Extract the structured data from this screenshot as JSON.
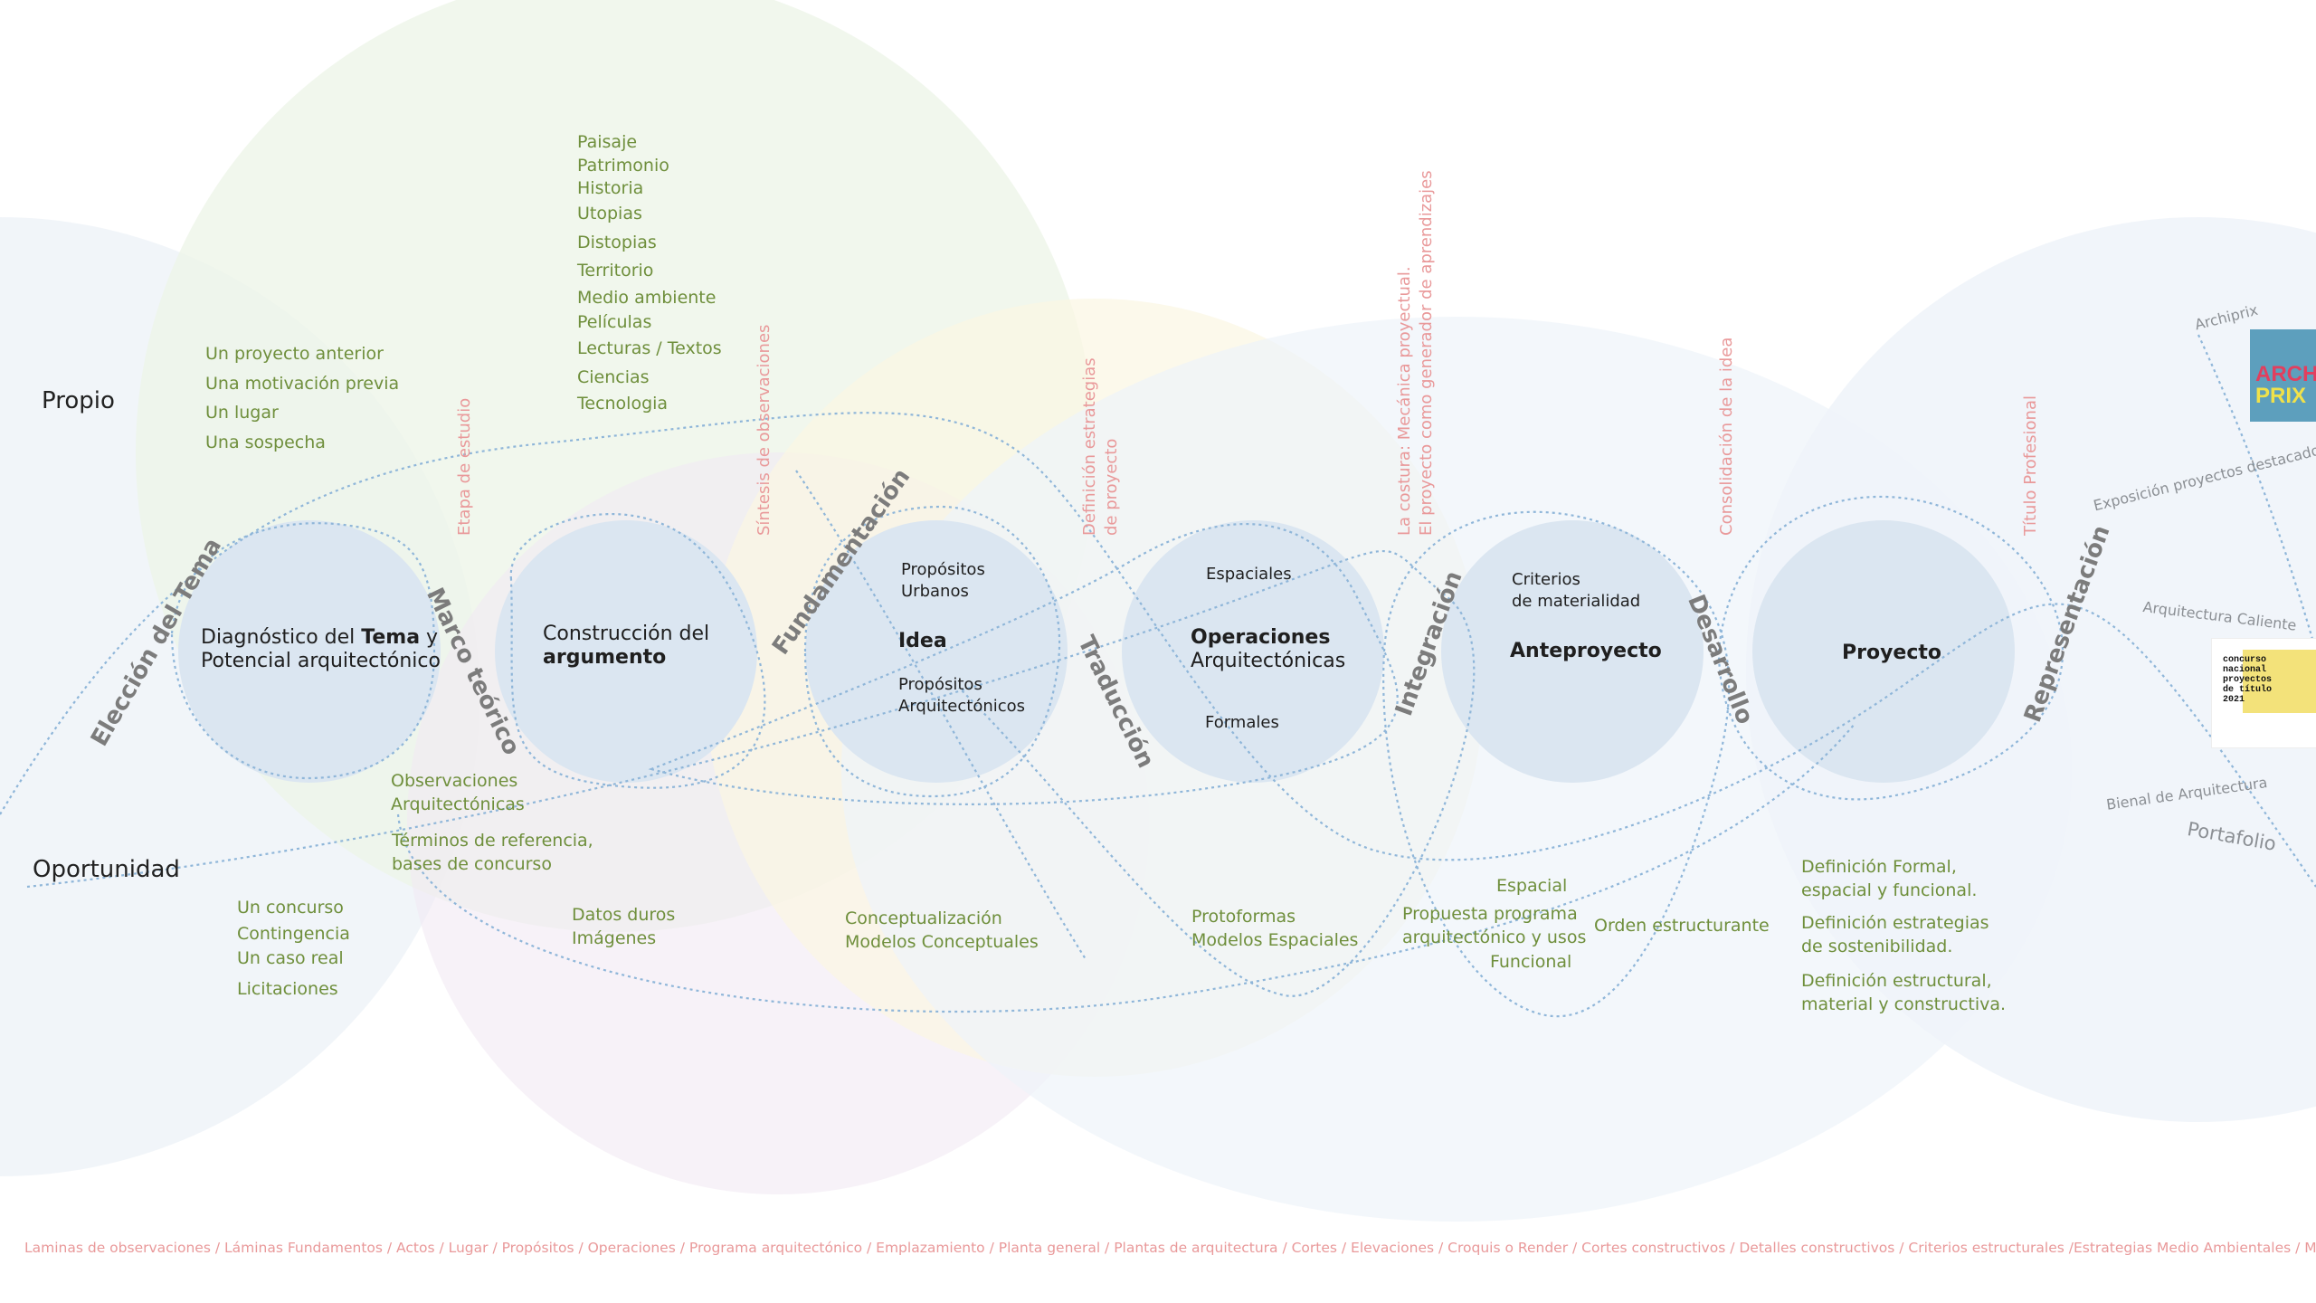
{
  "sides": {
    "propio": "Propio",
    "oportunidad": "Oportunidad"
  },
  "propio_items": [
    "Un proyecto anterior",
    "Una motivación previa",
    "Un lugar",
    "Una sospecha"
  ],
  "oportunidad_items": [
    "Un concurso",
    "Contingencia",
    "Un caso real",
    "Licitaciones"
  ],
  "marco_items": [
    "Paisaje",
    "Patrimonio",
    "Historia",
    "Utopias",
    "Distopias",
    "Territorio",
    "Medio ambiente",
    "Películas",
    "Lecturas / Textos",
    "Ciencias",
    "Tecnologia"
  ],
  "nodes": {
    "diagnostico": {
      "l1a": "Diagnóstico del ",
      "l1b": "Tema",
      "l1c": " y",
      "l2": "Potencial arquitectónico"
    },
    "construccion": {
      "l1": "Construcción del",
      "l2": "argumento"
    },
    "idea": {
      "title": "Idea",
      "top1": "Propósitos",
      "top2": "Urbanos",
      "bot1": "Propósitos",
      "bot2": "Arquitectónicos"
    },
    "operaciones": {
      "top": "Espaciales",
      "title1": "Operaciones",
      "title2": "Arquitectónicas",
      "bot": "Formales"
    },
    "anteproyecto": {
      "top1": "Criterios",
      "top2": "de materialidad",
      "title": "Anteproyecto"
    },
    "proyecto": {
      "title": "Proyecto"
    }
  },
  "phases": {
    "eleccion": "Elección del Tema",
    "marco": "Marco teórico",
    "fundamentacion": "Fundamentación",
    "traduccion": "Traducción",
    "integracion": "Integración",
    "desarrollo": "Desarrollo",
    "representacion": "Representación"
  },
  "vertical_labels": {
    "etapa": "Etapa de estudio",
    "sintesis": "Síntesis de observaciones",
    "definicion1": "Definición estrategias",
    "definicion2": "de proyecto",
    "costura1": "La costura: Mecánica proyectual.",
    "costura2": "El proyecto como generador de aprendizajes",
    "consolidacion": "Consolidación de la idea",
    "titulo": "Título Profesional"
  },
  "lower_items": {
    "observaciones1": "Observaciones",
    "observaciones2": "Arquitectónicas",
    "terminos1": "Términos de referencia,",
    "terminos2": "bases de concurso",
    "datos1": "Datos duros",
    "datos2": "Imágenes",
    "concept1": "Conceptualización",
    "concept2": "Modelos Conceptuales",
    "proto1": "Protoformas",
    "proto2": "Modelos Espaciales",
    "espacial": "Espacial",
    "propuesta1": "Propuesta programa",
    "propuesta2": "arquitectónico y usos",
    "funcional": "Funcional",
    "orden": "Orden estructurante",
    "defA1": "Definición Formal,",
    "defA2": "espacial y funcional.",
    "defB1": "Definición estrategias",
    "defB2": "de sostenibilidad.",
    "defC1": "Definición estructural,",
    "defC2": "material y constructiva."
  },
  "right_labels": {
    "archiprix": "Archiprix",
    "exposicion": "Exposición proyectos destacados",
    "caliente": "Arquitectura Caliente",
    "bienal": "Bienal de Arquitectura",
    "portafolio": "Portafolio"
  },
  "badges": {
    "archiprix": {
      "line1": "ARCHI",
      "line2": "PRIX",
      "color_bg": "#5d9fbd",
      "color_text": "#f0e14a"
    },
    "concurso": {
      "line1": "concurso",
      "line2": "nacional",
      "line3": "proyectos",
      "line4": "de título",
      "line5": "2021",
      "color_bg": "#f3e27a"
    }
  },
  "footer": "Laminas de observaciones / Láminas Fundamentos / Actos / Lugar / Propósitos / Operaciones / Programa arquitectónico / Emplazamiento / Planta general / Plantas de arquitectura / Cortes / Elevaciones / Croquis o Render / Cortes constructivos / Detalles constructivos / Criterios estructurales /Estrategias Medio Ambientales / Memoria de Título",
  "colors": {
    "node_fill": "#dbe6f1",
    "dotted_line": "#8fb6d9",
    "green_text": "#6f8f3c",
    "salmon_text": "#e9999a",
    "phase_text": "#7c7c7c"
  }
}
